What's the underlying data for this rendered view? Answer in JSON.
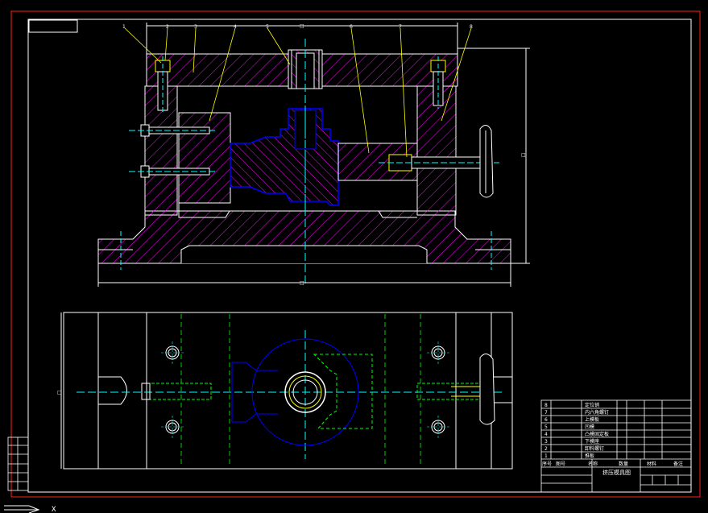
{
  "drawing": {
    "title_block": {
      "rows": [
        {
          "no": "8",
          "name": "定位销"
        },
        {
          "no": "7",
          "name": "内六角螺钉"
        },
        {
          "no": "6",
          "name": "上模板"
        },
        {
          "no": "5",
          "name": "凹模"
        },
        {
          "no": "4",
          "name": "凸模固定板"
        },
        {
          "no": "3",
          "name": "下模座"
        },
        {
          "no": "2",
          "name": "卸料螺钉"
        },
        {
          "no": "1",
          "name": "推板"
        }
      ],
      "header": [
        "序号",
        "图号",
        "名称",
        "数量",
        "材料",
        "备注"
      ],
      "title": "挤压模具图"
    },
    "balloons": [
      "1",
      "2",
      "3",
      "4",
      "5",
      "6",
      "7",
      "8"
    ],
    "dims": {
      "width_top": "□",
      "width_bottom": "□",
      "height_right": "□",
      "height_plan": "□"
    },
    "colors": {
      "border": "#ff0000",
      "frame": "#ffffff",
      "hatch": "#ff00ff",
      "part": "#0000ff",
      "center": "#00ffff",
      "leader": "#ffff00",
      "green": "#00ff00"
    },
    "ucs": {
      "x_label": "X"
    }
  }
}
